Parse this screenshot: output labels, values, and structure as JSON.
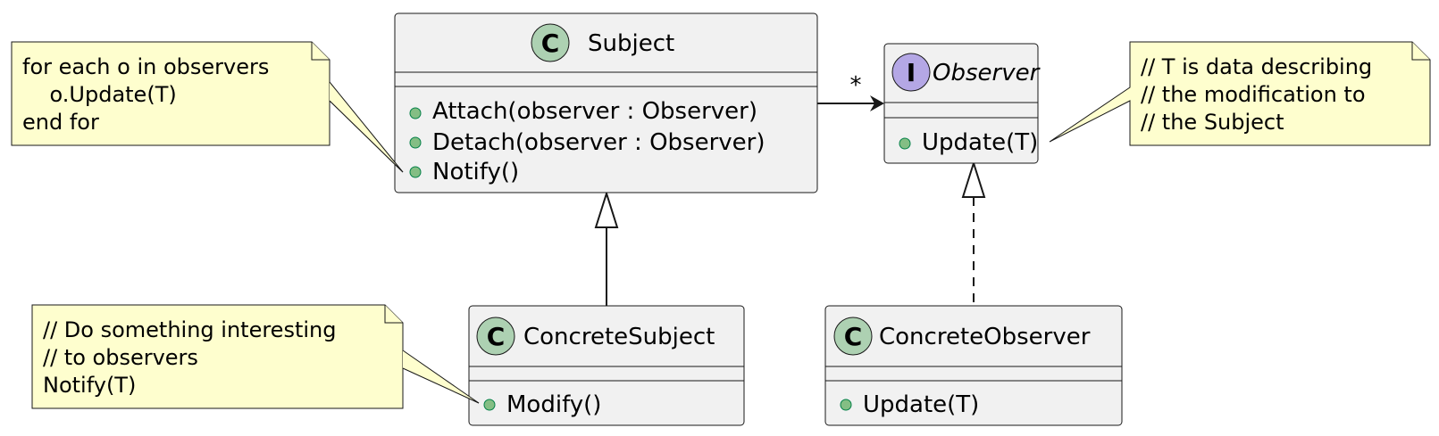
{
  "classes": {
    "subject": {
      "stereotype_glyph": "C",
      "glyph_color": "#add1b2",
      "name": "Subject",
      "methods": [
        "Attach(observer : Observer)",
        "Detach(observer : Observer)",
        "Notify()"
      ]
    },
    "observer": {
      "stereotype_glyph": "I",
      "glyph_color": "#b4a7e5",
      "name": "Observer",
      "methods": [
        "Update(T)"
      ]
    },
    "concrete_subject": {
      "stereotype_glyph": "C",
      "glyph_color": "#add1b2",
      "name": "ConcreteSubject",
      "methods": [
        "Modify()"
      ]
    },
    "concrete_observer": {
      "stereotype_glyph": "C",
      "glyph_color": "#add1b2",
      "name": "ConcreteObserver",
      "methods": [
        "Update(T)"
      ]
    }
  },
  "notes": {
    "notify_note": [
      "for each o in observers",
      "    o.Update(T)",
      "end for"
    ],
    "update_note": [
      "// T is data describing",
      "// the modification to",
      "// the Subject"
    ],
    "modify_note": [
      "// Do something interesting",
      "// to observers",
      "Notify(T)"
    ]
  },
  "relations": {
    "association_multiplicity": "*"
  },
  "colors": {
    "class_fill": "#f1f1f1",
    "note_fill": "#fefece",
    "line": "#181818"
  }
}
